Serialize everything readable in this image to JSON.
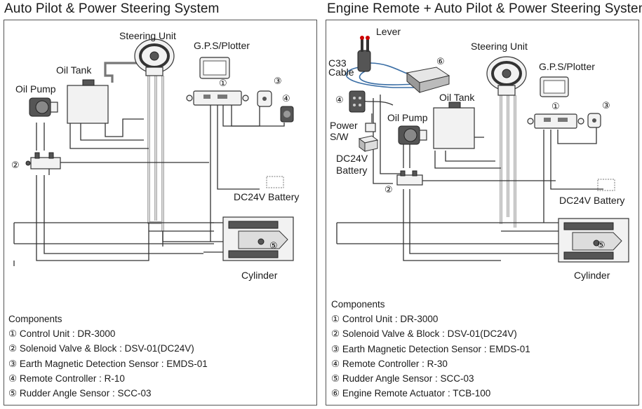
{
  "left": {
    "title": "Auto Pilot & Power Steering System",
    "labels": {
      "steering_unit": "Steering Unit",
      "gps_plotter": "G.P.S/Plotter",
      "oil_tank": "Oil Tank",
      "oil_pump": "Oil Pump",
      "battery": "DC24V Battery",
      "cylinder": "Cylinder"
    },
    "markers": [
      "①",
      "②",
      "③",
      "④",
      "⑤"
    ],
    "components_heading": "Components",
    "components": [
      "① Control Unit : DR-3000",
      "② Solenoid Valve & Block : DSV-01(DC24V)",
      "③ Earth Magnetic Detection Sensor : EMDS-01",
      "④ Remote Controller : R-10",
      "⑤ Rudder Angle Sensor : SCC-03"
    ]
  },
  "right": {
    "title": "Engine Remote + Auto Pilot & Power Steering System",
    "labels": {
      "lever": "Lever",
      "c33_cable_1": "C33",
      "c33_cable_2": "Cable",
      "steering_unit": "Steering Unit",
      "gps_plotter": "G.P.S/Plotter",
      "oil_tank": "Oil Tank",
      "oil_pump": "Oil Pump",
      "power_sw_1": "Power",
      "power_sw_2": "S/W",
      "dc24v_1": "DC24V",
      "dc24v_2": "Battery",
      "battery": "DC24V Battery",
      "cylinder": "Cylinder"
    },
    "markers": [
      "①",
      "②",
      "③",
      "④",
      "⑤",
      "⑥"
    ],
    "components_heading": "Components",
    "components": [
      "① Control Unit : DR-3000",
      "② Solenoid Valve & Block : DSV-01(DC24V)",
      "③ Earth Magnetic Detection Sensor : EMDS-01",
      "④ Remote Controller : R-30",
      "⑤ Rudder Angle Sensor : SCC-03",
      "⑥ Engine Remote Actuator : TCB-100"
    ]
  }
}
